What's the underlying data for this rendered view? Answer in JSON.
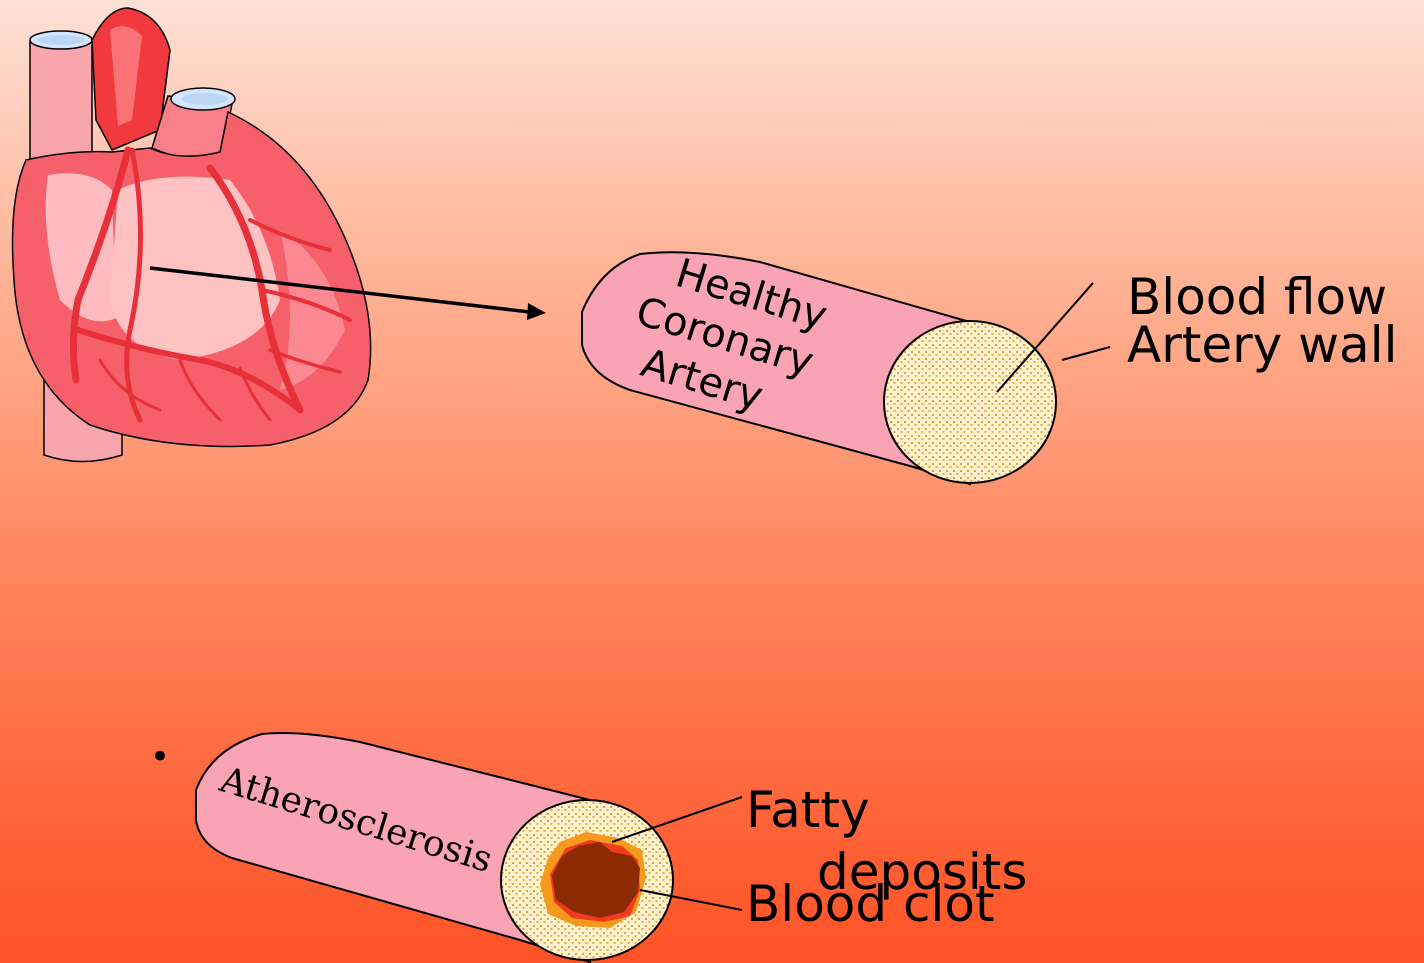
{
  "healthy_artery": {
    "name_lines": [
      "Healthy",
      "Coronary",
      "Artery"
    ],
    "callout_blood_flow": "Blood flow",
    "callout_artery_wall": "Artery wall"
  },
  "diseased_artery": {
    "name": "Atherosclerosis",
    "callout_fatty_line1": "Fatty",
    "callout_fatty_line2": "deposits",
    "callout_blood_clot": "Blood clot"
  },
  "bullet": "•",
  "colors": {
    "artery_body": "#f9a3b3",
    "lumen_fill": "#fff0c8",
    "lumen_dots": "#e8a040",
    "heart_muscle": "#f6606a",
    "heart_highlight": "#ffc2c2",
    "clot": "#8c2a06",
    "fatty_deposit": "#f59a1c"
  }
}
